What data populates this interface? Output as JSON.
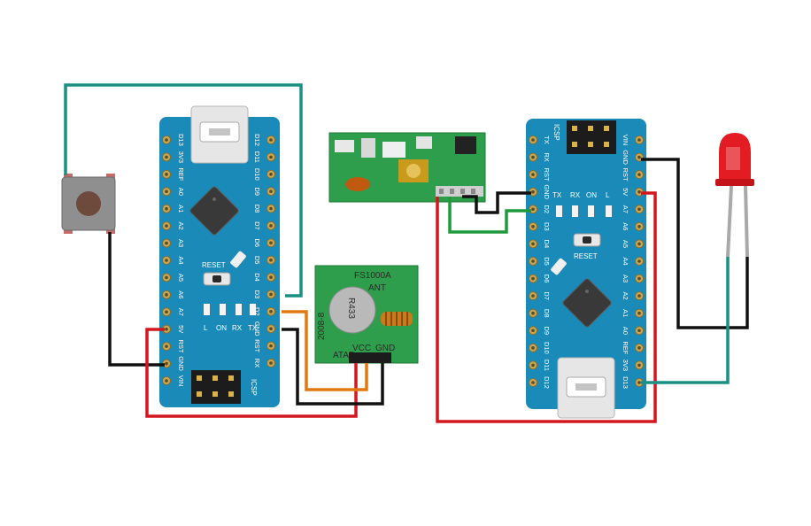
{
  "colors": {
    "board_blue": "#1a8ab8",
    "rf_green": "#2e9e4c",
    "wire_teal": "#1b8f84",
    "wire_black": "#111111",
    "wire_red": "#d4161f",
    "wire_orange": "#e07a10",
    "wire_green": "#1f9a3a",
    "led_red": "#e21c22"
  },
  "left_nano": {
    "pins_left": [
      "D12",
      "D11",
      "D10",
      "D9",
      "D8",
      "D7",
      "D6",
      "D5",
      "D4",
      "D3",
      "D2",
      "GND",
      "RST",
      "RX"
    ],
    "pins_right": [
      "D13",
      "3V3",
      "REF",
      "A0",
      "A1",
      "A2",
      "A3",
      "A4",
      "A5",
      "A6",
      "A7",
      "5V",
      "RST",
      "GND",
      "VIN"
    ],
    "leds": [
      "L",
      "ON",
      "RX",
      "TX"
    ],
    "reset_label": "RESET",
    "icsp_label": "ICSP"
  },
  "right_nano": {
    "pins_left": [
      "TX",
      "RX",
      "RST",
      "GND",
      "D2",
      "D3",
      "D4",
      "D5",
      "D6",
      "D7",
      "D8",
      "D9",
      "D10",
      "D11",
      "D12"
    ],
    "pins_right": [
      "VIN",
      "GND",
      "RST",
      "5V",
      "A7",
      "A6",
      "A5",
      "A4",
      "A3",
      "A2",
      "A1",
      "A0",
      "REF",
      "3V3",
      "D13"
    ],
    "leds": [
      "TX",
      "RX",
      "ON",
      "L"
    ],
    "reset_label": "RESET",
    "icsp_label": "ICSP"
  },
  "transmitter": {
    "model": "FS1000A",
    "crystal": "R433",
    "ant_label": "ANT",
    "code": "2008-8",
    "pin_labels": [
      "ATAD",
      "VCC",
      "GND"
    ]
  },
  "receiver": {}
}
